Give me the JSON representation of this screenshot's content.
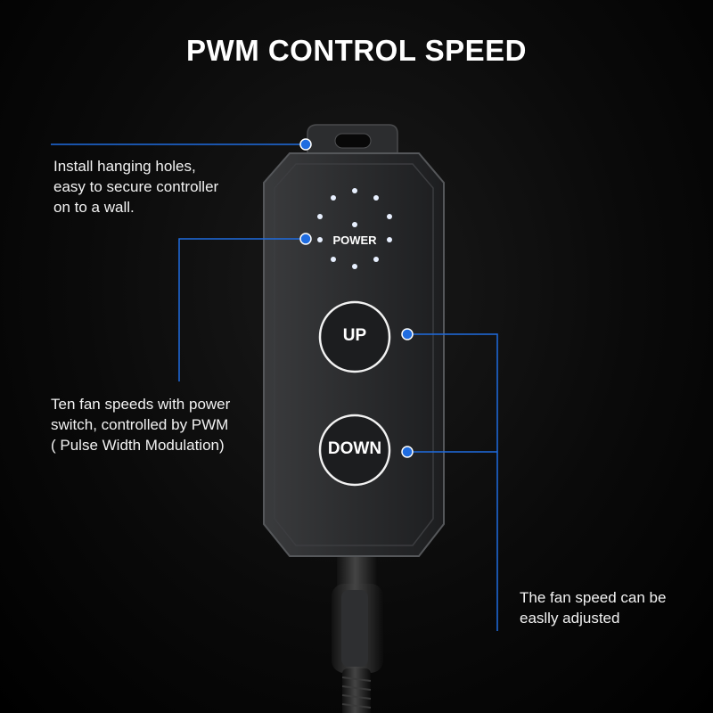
{
  "title": "PWM CONTROL SPEED",
  "controller": {
    "power_label": "POWER",
    "up_label": "UP",
    "down_label": "DOWN",
    "speed_leds": 10
  },
  "callouts": [
    {
      "lines": [
        "Install hanging holes,",
        "easy to secure controller",
        "on to a wall."
      ]
    },
    {
      "lines": [
        "Ten fan speeds with power",
        "switch, controlled by PWM",
        "( Pulse Width Modulation)"
      ]
    },
    {
      "lines": [
        "The fan speed can be",
        "easlly adjusted"
      ]
    }
  ],
  "colors": {
    "accent": "#1f6ce0",
    "background": "#000000",
    "device": "#2a2b2d",
    "led": "#e8f0ff"
  }
}
